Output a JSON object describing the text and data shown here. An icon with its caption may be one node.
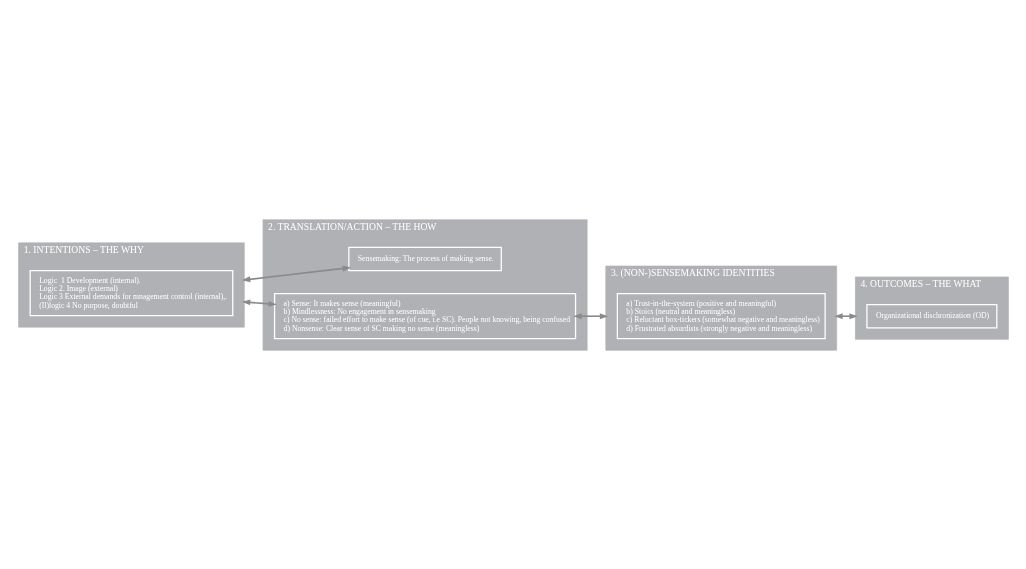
{
  "diagram": {
    "nodes": [
      {
        "text": [
          "1. INTENTIONS – THE WHY"
        ]
      },
      {
        "text": [
          "Logic  1 Development (internal).",
          "Logic 2. Image (external)",
          "Logic 3 External demands for mnagement control (internal),.",
          "(Il)logic 4 No purpose, doubtful"
        ],
        "in": 0
      },
      {
        "text": [
          "2. TRANSLATION/ACTION – THE HOW"
        ]
      },
      {
        "text": [
          "Sensemaking: The process of making sense."
        ],
        "in": 2
      },
      {
        "text": [
          "a) Sense: It makes sense (meaningful)",
          "b) Mindlessness: No engagement in sensemaking",
          "c) No sense: failed effort to make sense (of cue, i.e SC). People not knowing, being confused",
          "d) Nonsense: Clear sense of SC making no sense (meaningless)"
        ],
        "in": 2
      },
      {
        "text": [
          "3. (NON-)SENSEMAKING IDENTITIES"
        ]
      },
      {
        "text": [
          "a) Trust-in-the-system (positive and meaningful)",
          "b) Stoics (neutral and meaningless)",
          "c) Reluctant box-tickers (somewhat negative and meaningless)",
          "d) Frustrated absurdists (strongly negative and meaningless)"
        ],
        "in": 5
      },
      {
        "text": [
          "4. OUTCOMES – THE WHAT"
        ]
      },
      {
        "text": [
          "Organizational dischronization (OD)"
        ],
        "in": 7
      }
    ],
    "edges": [
      {
        "from": 0,
        "to": 3,
        "arrow": "both"
      },
      {
        "from": 0,
        "to": 4,
        "arrow": "both"
      },
      {
        "from": 4,
        "to": 5,
        "arrow": "both"
      },
      {
        "from": 5,
        "to": 7,
        "arrow": "both"
      }
    ]
  }
}
